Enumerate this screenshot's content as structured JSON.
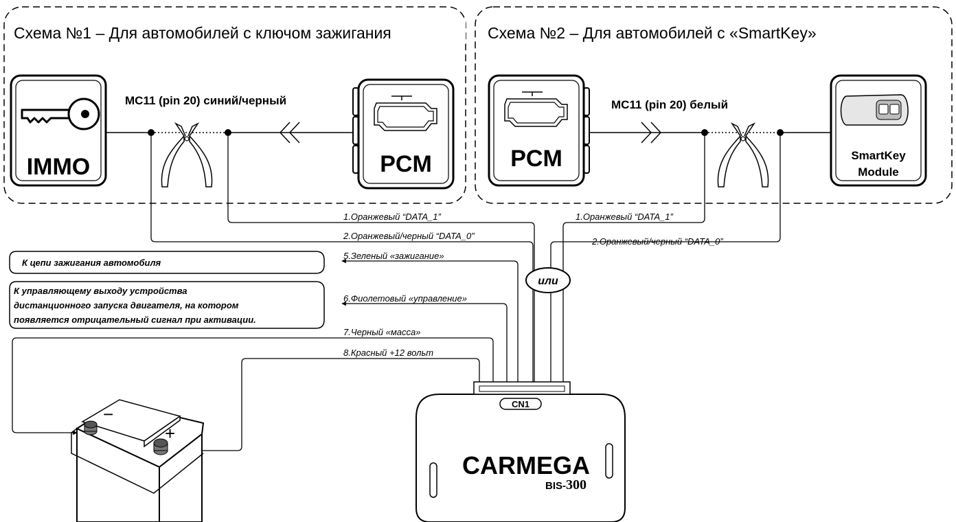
{
  "scheme1": {
    "title": "Схема №1  – Для автомобилей с ключом зажигания",
    "wire_label": "MC11 (pin 20) синий/черный",
    "immo_label": "IMMO",
    "pcm_label": "PCM"
  },
  "scheme2": {
    "title": "Схема №2  – Для автомобилей с «SmartKey»",
    "wire_label": "MC11 (pin 20) белый",
    "pcm_label": "PCM",
    "smartkey_line1": "SmartKey",
    "smartkey_line2": "Module"
  },
  "wires": {
    "w1_left": "1.Оранжевый “DATA_1”",
    "w2_left": "2.Оранжевый/черный “DATA_0”",
    "w1_right": "1.Оранжевый “DATA_1”",
    "w2_right": "2.Оранжевый/черный “DATA_0”",
    "w5": "5.Зеленый «зажигание»",
    "w6": "6.Фиолетовый «управление»",
    "w7": "7.Черный «масса»",
    "w8": "8.Красный +12 вольт",
    "or_label": "или"
  },
  "notes": {
    "ignition": "К цепи зажигания автомобиля",
    "control_line1": "К управляющему выходу устройства",
    "control_line2": "дистанционного запуска двигателя, на котором",
    "control_line3": "появляется отрицательный сигнал при активации."
  },
  "device": {
    "connector": "CN1",
    "brand": "CARMEGA",
    "model_prefix": "BIS-",
    "model_number": "300"
  },
  "battery": {
    "minus": "−",
    "plus": "+"
  }
}
